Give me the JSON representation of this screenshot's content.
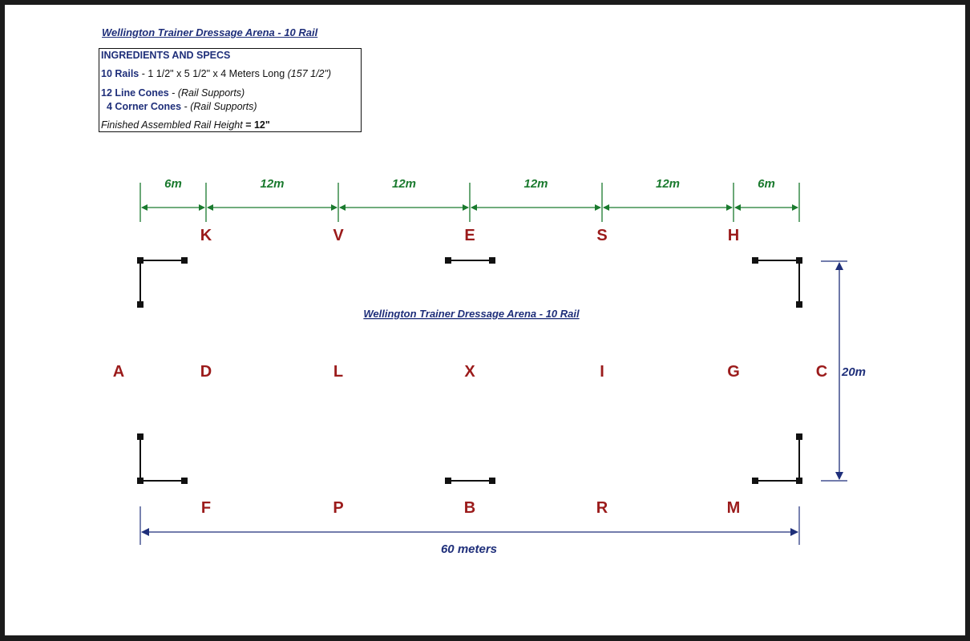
{
  "header": {
    "title": "Wellington Trainer Dressage Arena - 10 Rail"
  },
  "specs": {
    "heading": "INGREDIENTS AND SPECS",
    "rails_label": "10 Rails",
    "rails_text": " - 1 1/2\" x 5 1/2\" x 4 Meters Long ",
    "rails_note": "(157 1/2\")",
    "line_cones_label": "12 Line Cones",
    "line_cones_note": "(Rail Supports)",
    "corner_cones_label": "4 Corner Cones",
    "corner_cones_note": "(Rail Supports)",
    "height_text": "Finished Assembled Rail Height",
    "height_value": "= 12\""
  },
  "arena": {
    "title": "Wellington Trainer Dressage Arena - 10 Rail",
    "top_dimensions": [
      "6m",
      "12m",
      "12m",
      "12m",
      "12m",
      "6m"
    ],
    "top_letters": [
      "K",
      "V",
      "E",
      "S",
      "H"
    ],
    "middle_letters": [
      "A",
      "D",
      "L",
      "X",
      "I",
      "G",
      "C"
    ],
    "bottom_letters": [
      "F",
      "P",
      "B",
      "R",
      "M"
    ],
    "width_label": "20m",
    "length_label": "60 meters"
  },
  "colors": {
    "letters": "#9b1b1b",
    "segment_dims": "#1a7a2e",
    "overall_dims": "#1f2f7a",
    "text_navy": "#1f2f7a"
  }
}
